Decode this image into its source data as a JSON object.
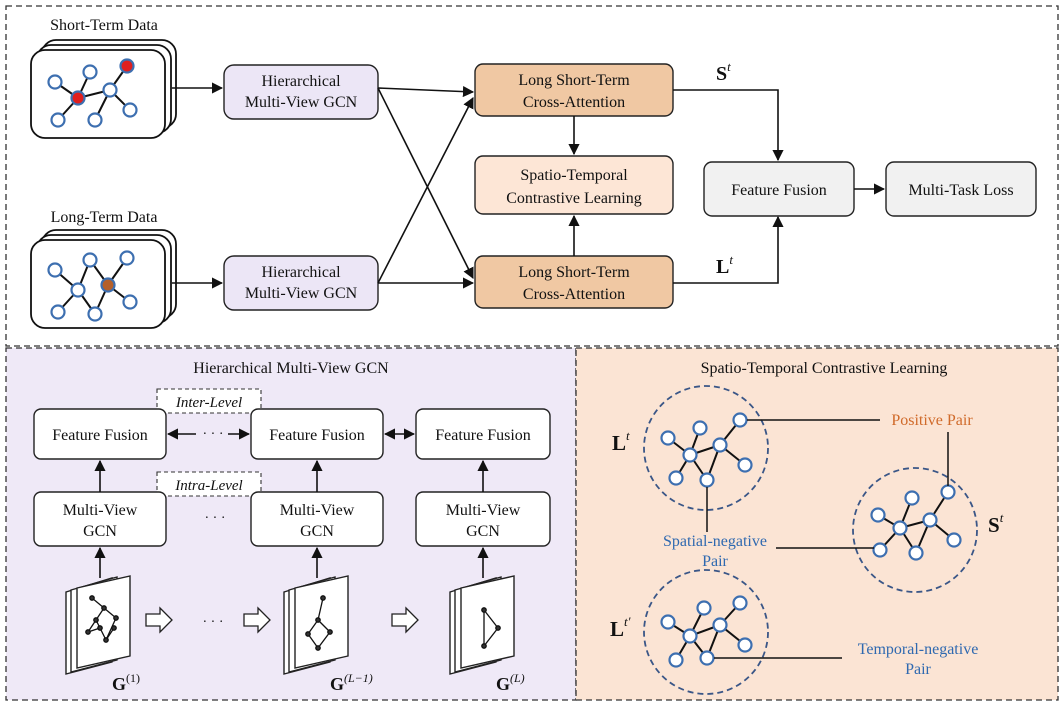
{
  "top": {
    "short_term_label": "Short-Term Data",
    "long_term_label": "Long-Term Data",
    "hgcn_line1": "Hierarchical",
    "hgcn_line2": "Multi-View GCN",
    "cross_line1": "Long Short-Term",
    "cross_line2": "Cross-Attention",
    "stcl_line1": "Spatio-Temporal",
    "stcl_line2": "Contrastive Learning",
    "feature_fusion": "Feature Fusion",
    "multi_task_loss": "Multi-Task Loss",
    "s_sym": "S",
    "l_sym": "L",
    "t_sup": "t"
  },
  "hmv": {
    "title": "Hierarchical Multi-View GCN",
    "inter_level": "Inter-Level",
    "intra_level": "Intra-Level",
    "feature_fusion": "Feature Fusion",
    "mv_line1": "Multi-View",
    "mv_line2": "GCN",
    "dots": "· · ·",
    "g_sym": "G",
    "g1_sup": "(1)",
    "gl1_sup": "(L−1)",
    "gl_sup": "(L)"
  },
  "stcl": {
    "title": "Spatio-Temporal Contrastive Learning",
    "positive_pair": "Positive Pair",
    "spatial_neg_1": "Spatial-negative",
    "spatial_neg_2": "Pair",
    "temporal_neg_1": "Temporal-negative",
    "temporal_neg_2": "Pair",
    "l_sym": "L",
    "s_sym": "S",
    "t_sup": "t",
    "t_prime_sup": "t′"
  },
  "colors": {
    "hgcn_fill": "#ece6f6",
    "cross_fill": "#f0c8a3",
    "stcl_fill": "#fde6d6",
    "fusion_fill": "#f1f1f1",
    "hmv_panel": "#efe9f7",
    "stcl_panel": "#fbe4d4",
    "node_stroke": "#3d6fb0",
    "node_red": "#e01f1f",
    "node_brown": "#b5602a",
    "positive_text": "#d06a2a",
    "negative_text": "#2f69b0",
    "graph_circle": "#3a5687"
  }
}
